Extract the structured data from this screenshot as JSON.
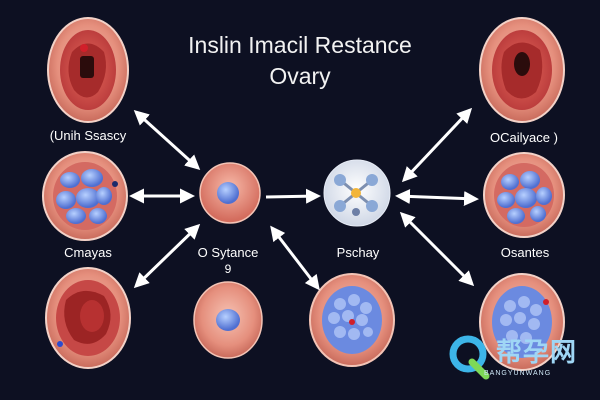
{
  "title": {
    "line1": "Inslin Imacil Restance",
    "line2": "Ovary"
  },
  "labels": {
    "top_left": "(Unih Ssascy",
    "mid_left": "Cmayas",
    "center_node": "O Sytance",
    "center_pin": "9",
    "hub": "Pschay",
    "top_right": "OCailyace )",
    "mid_right": "Osantes"
  },
  "watermark": {
    "text": "帮孕网",
    "sub": "BANGYUNWANG"
  },
  "colors": {
    "background": "#0d1022",
    "cell_outer": "#e8a89a",
    "cell_inner": "#d7534b",
    "cell_dark": "#9e2a2a",
    "nucleus_blue": "#5b7fd8",
    "arrow": "#ffffff"
  }
}
